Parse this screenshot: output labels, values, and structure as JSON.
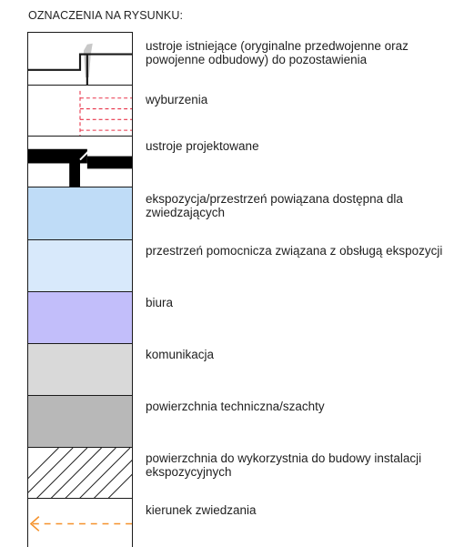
{
  "legend": {
    "title": "OZNACZENIA NA RYSUNKU:",
    "items": [
      {
        "label": "ustroje istniejące (oryginalne przedwojenne oraz powojenne odbudowy) do pozostawienia",
        "fill": "#ffffff"
      },
      {
        "label": "wyburzenia",
        "fill": "#ffffff",
        "color": "#e8344a"
      },
      {
        "label": "ustroje projektowane",
        "fill": "#ffffff",
        "color": "#000000"
      },
      {
        "label": "ekspozycja/przestrzeń powiązana dostępna dla zwiedzających",
        "fill": "#bfdcf7"
      },
      {
        "label": "przestrzeń pomocnicza związana z obsługą ekspozycji",
        "fill": "#d8e9fb"
      },
      {
        "label": "biura",
        "fill": "#c2befa"
      },
      {
        "label": "komunikacja",
        "fill": "#d9d9d9"
      },
      {
        "label": "powierzchnia techniczna/szachty",
        "fill": "#b8b8b8"
      },
      {
        "label": "powierzchnia do wykorzystnia do budowy instalacji ekspozycyjnych",
        "fill": "#ffffff"
      },
      {
        "label": "kierunek zwiedzania",
        "fill": "#ffffff",
        "color": "#f5912b"
      }
    ]
  }
}
